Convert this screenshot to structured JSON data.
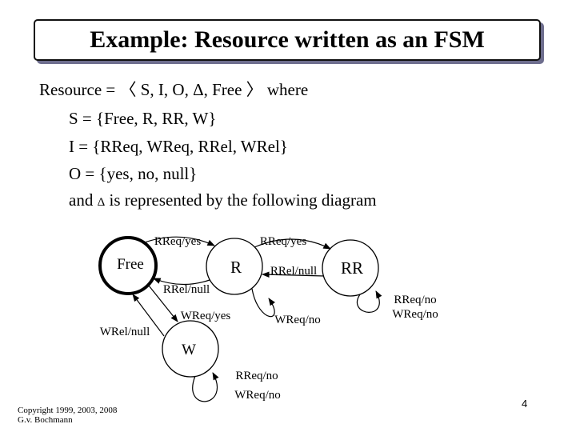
{
  "title": "Example: Resource written as an FSM",
  "lines": {
    "def": "Resource = 〈 S, I, O, Δ, Free 〉 where",
    "s": "S = {Free, R, RR, W}",
    "i": "I = {RReq, WReq, RRel, WRel}",
    "o": "O = {yes, no, null}",
    "and_prefix": "and ",
    "and_delta": "Δ",
    "and_suffix": " is represented by the following diagram"
  },
  "states": {
    "free": "Free",
    "r": "R",
    "rr": "RR",
    "w": "W"
  },
  "transitions": {
    "free_to_r": "RReq/yes",
    "r_to_rr": "RReq/yes",
    "rr_to_r": "RRel/null",
    "r_to_free": "RRel/null",
    "free_to_w": "WReq/yes",
    "w_to_free": "WRel/null",
    "r_loop": "WReq/no",
    "rr_loop_1": "RReq/no",
    "rr_loop_2": "WReq/no",
    "w_loop_1": "RReq/no",
    "w_loop_2": "WReq/no"
  },
  "footer": {
    "copyright_1": "Copyright 1999, 2003, 2008",
    "copyright_2": "G.v. Bochmann",
    "page_number": "4"
  }
}
